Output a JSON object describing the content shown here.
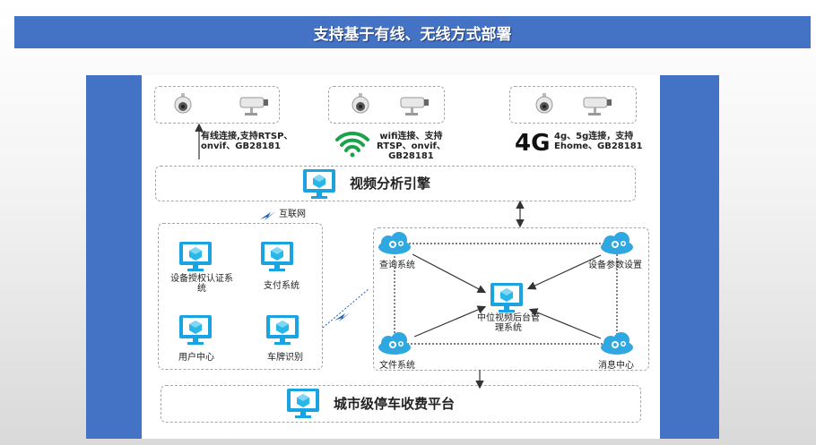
{
  "banner": {
    "title": "支持基于有线、无线方式部署"
  },
  "cameras": {
    "wired": {
      "text": "有线连接,支持RTSP、\nonvif、GB28181"
    },
    "wifi": {
      "text": "wifi连接、支持\nRTSP、onvif、\nGB28181"
    },
    "cellular": {
      "text": "4g、5g连接，支持\nEhome、GB28181",
      "badge": "4G"
    }
  },
  "engine": {
    "label": "视频分析引擎"
  },
  "internet": {
    "label": "互联网"
  },
  "systems": {
    "auth": "设备授权认证系\n统",
    "payment": "支付系统",
    "user": "用户中心",
    "plate": "车牌识别"
  },
  "backend": {
    "query": "查询系统",
    "device_params": "设备参数设置",
    "center": "中位视频后台管\n理系统",
    "files": "文件系统",
    "messages": "消息中心"
  },
  "platform": {
    "label": "城市级停车收费平台"
  },
  "colors": {
    "banner": "#4472c4",
    "panel": "#4472c4",
    "monitor": "#1aa3e0",
    "cube": "#29b6e8",
    "cloud": "#2fa8e2",
    "wifi": "#1ba34b"
  }
}
